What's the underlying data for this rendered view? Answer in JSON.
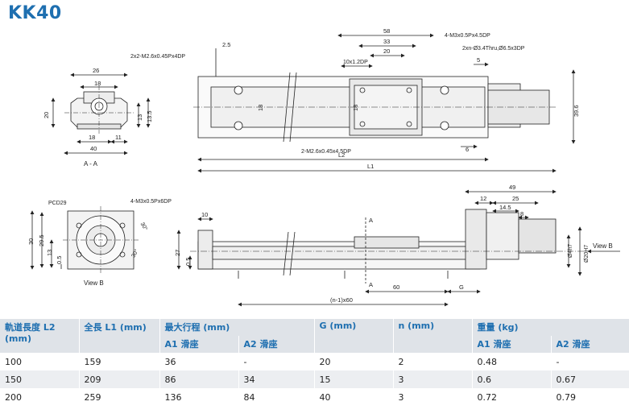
{
  "title": "KK40",
  "drawing": {
    "view_aa": {
      "dims": [
        "26",
        "18",
        "20",
        "13",
        "13.5",
        "18",
        "11",
        "40"
      ],
      "label": "A - A"
    },
    "top_view": {
      "dims": [
        "58",
        "33",
        "20",
        "10x1.2DP",
        "2.5",
        "5",
        "6",
        "39.6",
        "18",
        "18",
        "L2",
        "L1"
      ],
      "callouts": [
        "2x2-M2.6x0.45Px4DP",
        "4-M3x0.5Px4.5DP",
        "2xn-Ø3.4Thru,Ø6.5x3DP",
        "2-M2.6x0.45x4.5DP"
      ]
    },
    "view_b": {
      "dims": [
        "30",
        "29.5",
        "13",
        "0.5",
        "30°",
        "30°"
      ],
      "callouts": [
        "PCD29",
        "4-M3x0.5Px6DP"
      ],
      "label": "View B"
    },
    "side_view": {
      "dims": [
        "10",
        "27",
        "0.5",
        "60",
        "G",
        "(n-1)x60",
        "49",
        "12",
        "25",
        "14.5",
        "8",
        "Ø4h7",
        "Ø20H7",
        "A",
        "A"
      ],
      "label": "View B"
    }
  },
  "table": {
    "headers": {
      "rail_length": "軌道長度 L2 (mm)",
      "total_length": "全長 L1 (mm)",
      "max_stroke": "最大行程 (mm)",
      "g": "G (mm)",
      "n": "n (mm)",
      "weight": "重量 (kg)"
    },
    "subheaders": {
      "stroke_a1": "A1 滑座",
      "stroke_a2": "A2 滑座",
      "weight_a1": "A1 滑座",
      "weight_a2": "A2 滑座"
    },
    "rows": [
      {
        "l2": "100",
        "l1": "159",
        "s_a1": "36",
        "s_a2": "-",
        "g": "20",
        "n": "2",
        "w_a1": "0.48",
        "w_a2": "-"
      },
      {
        "l2": "150",
        "l1": "209",
        "s_a1": "86",
        "s_a2": "34",
        "g": "15",
        "n": "3",
        "w_a1": "0.6",
        "w_a2": "0.67"
      },
      {
        "l2": "200",
        "l1": "259",
        "s_a1": "136",
        "s_a2": "84",
        "g": "40",
        "n": "3",
        "w_a1": "0.72",
        "w_a2": "0.79"
      }
    ]
  }
}
